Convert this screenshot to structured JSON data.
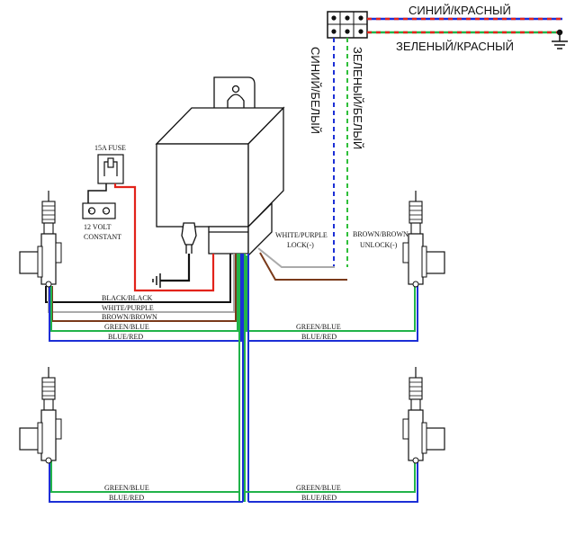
{
  "fuse": {
    "label": "15A FUSE",
    "terminal_label_1": "12 VOLT",
    "terminal_label_2": "CONSTANT"
  },
  "connector": {
    "wire_top_label": "СИНИЙ/КРАСНЫЙ",
    "wire_bottom_label": "ЗЕЛЕНЫЙ/КРАСНЫЙ",
    "vertical_label_1": "СИНИЙ/БЕЛЫЙ",
    "vertical_label_2": "ЗЕЛЕНЫЙ/БЕЛЫЙ"
  },
  "module_wires": {
    "lock_label_1": "WHITE/PURPLE",
    "lock_label_2": "LOCK(-)",
    "unlock_label_1": "BROWN/BROWN",
    "unlock_label_2": "UNLOCK(-)"
  },
  "harness_left": [
    "BLACK/BLACK",
    "WHITE/PURPLE",
    "BROWN/BROWN",
    "GREEN/BLUE",
    "BLUE/RED"
  ],
  "harness_right": [
    "GREEN/BLUE",
    "BLUE/RED"
  ],
  "harness_bottom_left": [
    "GREEN/BLUE",
    "BLUE/RED"
  ],
  "harness_bottom_right": [
    "GREEN/BLUE",
    "BLUE/RED"
  ],
  "colors": {
    "red": "#e2231a",
    "blue": "#1c2fd6",
    "green": "#22b34a",
    "brown": "#7a3a1a",
    "gray": "#aaaaaa",
    "black": "#111111",
    "green_dash": "#2fbf3a"
  }
}
